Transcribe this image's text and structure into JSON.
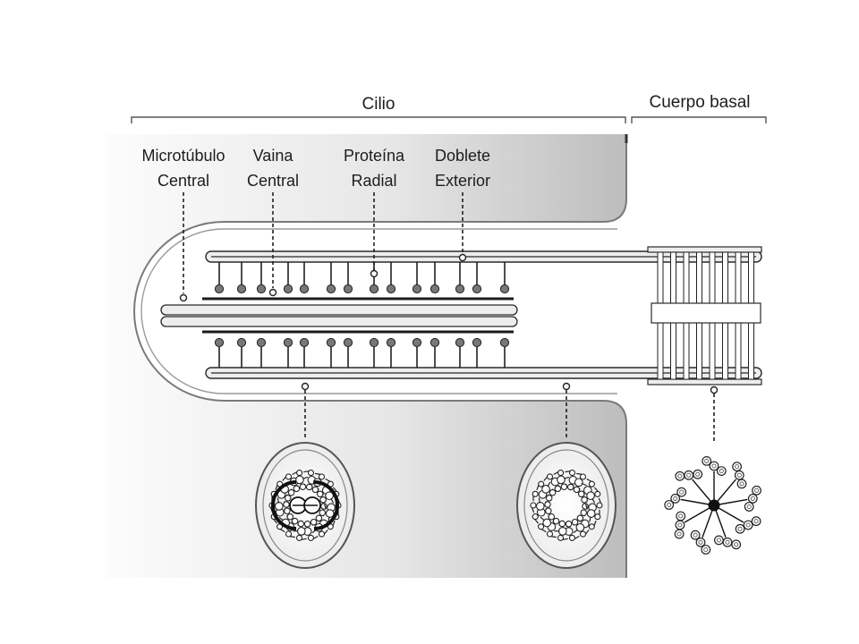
{
  "sections": {
    "cilium": "Cilio",
    "basal_body": "Cuerpo basal"
  },
  "labels": [
    {
      "id": "central-microtubule",
      "line1": "Microtúbulo",
      "line2": "Central"
    },
    {
      "id": "central-sheath",
      "line1": "Vaina",
      "line2": "Central"
    },
    {
      "id": "radial-spoke",
      "line1": "Proteína",
      "line2": "Radial"
    },
    {
      "id": "outer-doublet",
      "line1": "Doblete",
      "line2": "Exterior"
    }
  ],
  "cross_sections": [
    {
      "name": "cilium-9-plus-2",
      "outer_doublets": 9,
      "central_microtubules": 2
    },
    {
      "name": "cilium-near-base",
      "outer_doublets": 9,
      "central_microtubules": 0
    },
    {
      "name": "basal-body",
      "outer_triplets": 9,
      "central_microtubules": 0
    }
  ],
  "colors": {
    "membrane_dark": "#bdbdbd",
    "membrane_light": "#fbfbfb",
    "line": "#222222",
    "rail_fill": "#ededed",
    "spoke_head": "#777777"
  }
}
